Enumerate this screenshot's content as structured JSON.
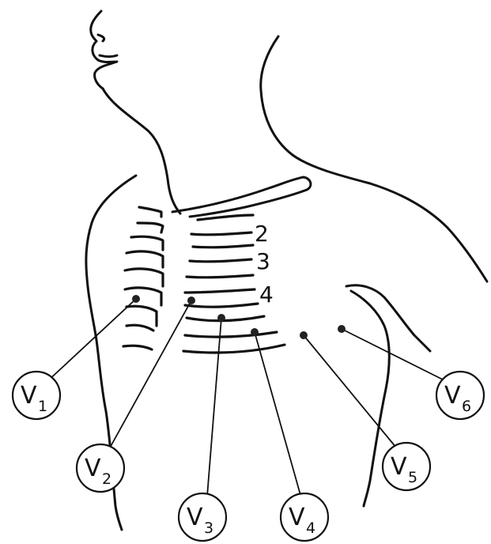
{
  "rib_numbers": [
    "2",
    "3",
    "4"
  ],
  "leads": [
    {
      "letter": "V",
      "sub": "1"
    },
    {
      "letter": "V",
      "sub": "2"
    },
    {
      "letter": "V",
      "sub": "3"
    },
    {
      "letter": "V",
      "sub": "4"
    },
    {
      "letter": "V",
      "sub": "5"
    },
    {
      "letter": "V",
      "sub": "6"
    }
  ]
}
